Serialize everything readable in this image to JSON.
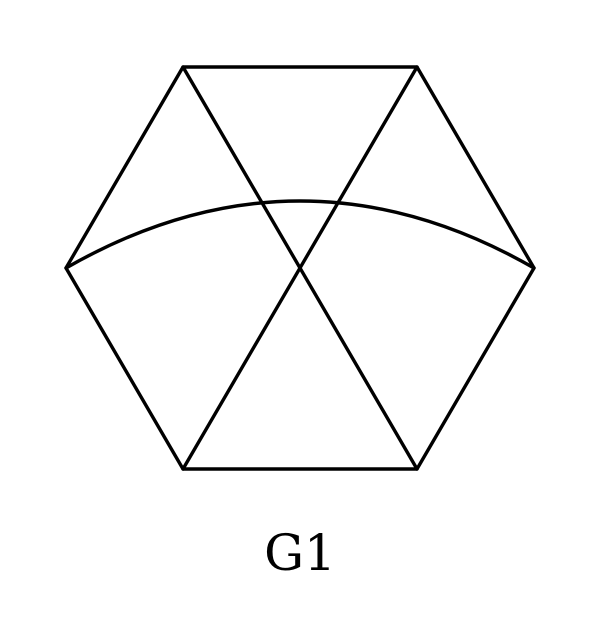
{
  "figure": {
    "caption": "G1",
    "stroke_color": "#000000",
    "background_color": "#ffffff",
    "shape": "hexagon",
    "features": [
      "two-crossing-diagonals",
      "arc-between-left-and-right-vertices"
    ]
  }
}
